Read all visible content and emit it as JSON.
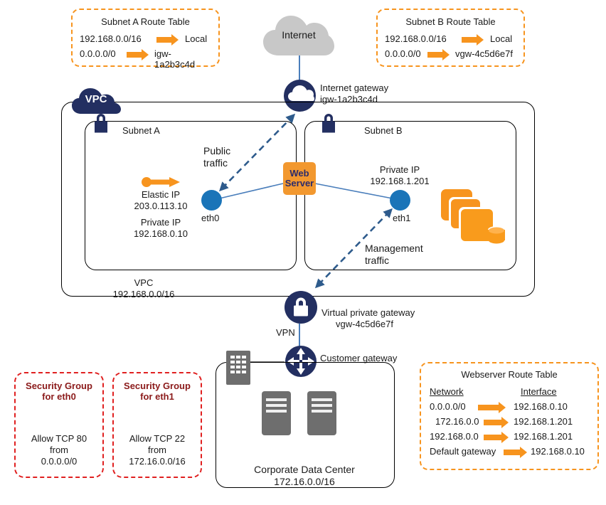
{
  "route_tables": {
    "subnet_a": {
      "title": "Subnet A Route Table",
      "rows": [
        {
          "network": "192.168.0.0/16",
          "target": "Local"
        },
        {
          "network": "0.0.0.0/0",
          "target": "igw-1a2b3c4d"
        }
      ]
    },
    "subnet_b": {
      "title": "Subnet B Route Table",
      "rows": [
        {
          "network": "192.168.0.0/16",
          "target": "Local"
        },
        {
          "network": "0.0.0.0/0",
          "target": "vgw-4c5d6e7f"
        }
      ]
    },
    "webserver": {
      "title": "Webserver Route Table",
      "header_network": "Network",
      "header_interface": "Interface",
      "rows": [
        {
          "network": "0.0.0.0/0",
          "target": "192.168.0.10"
        },
        {
          "network": "172.16.0.0",
          "target": "192.168.1.201"
        },
        {
          "network": "192.168.0.0",
          "target": "192.168.1.201"
        },
        {
          "network": "Default gateway",
          "target": "192.168.0.10"
        }
      ]
    }
  },
  "security_groups": [
    {
      "title_line1": "Security Group",
      "title_line2": "for eth0",
      "body_line1": "Allow TCP 80",
      "body_line2": "from",
      "body_line3": "0.0.0.0/0"
    },
    {
      "title_line1": "Security Group",
      "title_line2": "for eth1",
      "body_line1": "Allow TCP 22",
      "body_line2": "from",
      "body_line3": "172.16.0.0/16"
    }
  ],
  "internet": {
    "cloud_label": "Internet",
    "gateway_line1": "Internet gateway",
    "gateway_line2": "igw-1a2b3c4d"
  },
  "vpc": {
    "badge_label": "VPC",
    "label_line1": "VPC",
    "label_line2": "192.168.0.0/16"
  },
  "subnet_a": {
    "title": "Subnet A",
    "elastic_ip_label": "Elastic IP",
    "elastic_ip_value": "203.0.113.10",
    "private_ip_label": "Private IP",
    "private_ip_value": "192.168.0.10",
    "interface_label": "eth0",
    "traffic_line1": "Public",
    "traffic_line2": "traffic"
  },
  "subnet_b": {
    "title": "Subnet B",
    "private_ip_label": "Private IP",
    "private_ip_value": "192.168.1.201",
    "interface_label": "eth1",
    "traffic_line1": "Management",
    "traffic_line2": "traffic"
  },
  "web_server": {
    "line1": "Web",
    "line2": "Server"
  },
  "vpn_gateway": {
    "label_line1": "Virtual private gateway",
    "label_line2": "vgw-4c5d6e7f",
    "vpn_label": "VPN",
    "customer_gateway_label": "Customer gateway"
  },
  "data_center": {
    "label_line1": "Corporate Data Center",
    "label_line2": "172.16.0.0/16"
  },
  "colors": {
    "orange": "#F7941E",
    "orange_fill": "#F2982F",
    "red": "#E02020",
    "red_text": "#8B1A1A",
    "navy": "#232F61",
    "blue_node": "#1A74B8",
    "blue_line": "#4A7EBB",
    "gray_cloud": "#C8C8C8",
    "gray_server": "#6E6E6E",
    "black": "#000000"
  }
}
